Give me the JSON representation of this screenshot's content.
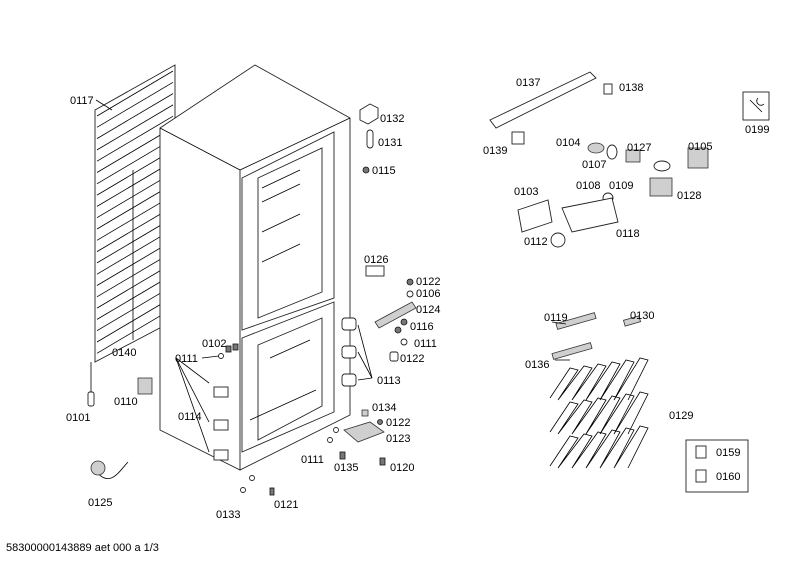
{
  "footer": "58300000143889 aet 000 a 1/3",
  "labels": {
    "p0117": "0117",
    "p0140": "0140",
    "p0101": "0101",
    "p0110": "0110",
    "p0125": "0125",
    "p0102": "0102",
    "p0111a": "0111",
    "p0114": "0114",
    "p0133": "0133",
    "p0121": "0121",
    "p0132": "0132",
    "p0131": "0131",
    "p0115": "0115",
    "p0126": "0126",
    "p0122a": "0122",
    "p0106": "0106",
    "p0124": "0124",
    "p0116": "0116",
    "p0111b": "0111",
    "p0122b": "0122",
    "p0113": "0113",
    "p0134": "0134",
    "p0122c": "0122",
    "p0123": "0123",
    "p0111c": "0111",
    "p0135": "0135",
    "p0120": "0120",
    "p0137": "0137",
    "p0138": "0138",
    "p0139": "0139",
    "p0104": "0104",
    "p0127": "0127",
    "p0105": "0105",
    "p0107": "0107",
    "p0103": "0103",
    "p0108": "0108",
    "p0109": "0109",
    "p0128": "0128",
    "p0112": "0112",
    "p0118": "0118",
    "p0199": "0199",
    "p0119": "0119",
    "p0130": "0130",
    "p0136": "0136",
    "p0129": "0129",
    "p0159": "0159",
    "p0160": "0160"
  }
}
